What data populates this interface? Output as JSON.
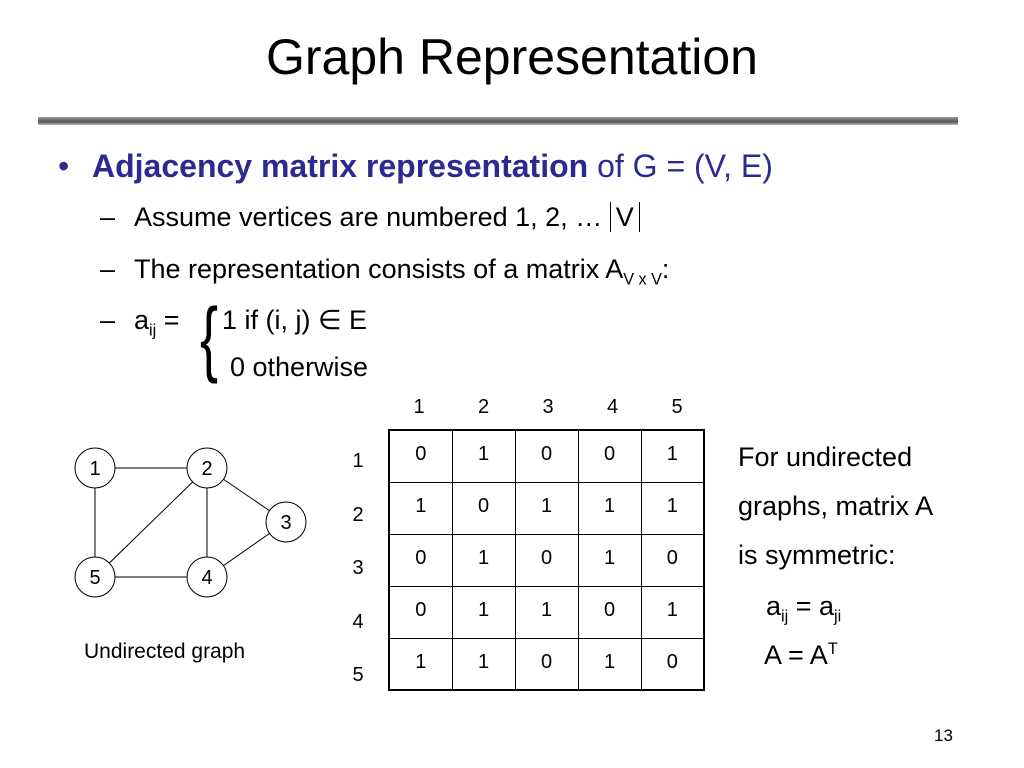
{
  "title": "Graph Representation",
  "bullet": {
    "symbol": "•",
    "bold_text": "Adjacency matrix representation",
    "rest_text": " of G = (V, E)"
  },
  "sub_items": {
    "dash": "–",
    "line1": "Assume vertices are numbered 1, 2, … ",
    "line1_v": "V",
    "line2": "The representation consists of a matrix A",
    "line2_sub": "V x V",
    "line2_colon": ":",
    "line3_a": "a",
    "line3_sub": "ij",
    "line3_eq": " =",
    "case1": "1    if (i, j) ∈ E",
    "case2": "0    otherwise"
  },
  "graph": {
    "caption": "Undirected graph",
    "nodes": [
      "1",
      "2",
      "3",
      "4",
      "5"
    ],
    "edges": [
      [
        "1",
        "2"
      ],
      [
        "1",
        "5"
      ],
      [
        "2",
        "5"
      ],
      [
        "2",
        "4"
      ],
      [
        "2",
        "3"
      ],
      [
        "3",
        "4"
      ],
      [
        "4",
        "5"
      ]
    ]
  },
  "matrix": {
    "col_headers": [
      "1",
      "2",
      "3",
      "4",
      "5"
    ],
    "row_headers": [
      "1",
      "2",
      "3",
      "4",
      "5"
    ],
    "rows": [
      [
        "0",
        "1",
        "0",
        "0",
        "1"
      ],
      [
        "1",
        "0",
        "1",
        "1",
        "1"
      ],
      [
        "0",
        "1",
        "0",
        "1",
        "0"
      ],
      [
        "0",
        "1",
        "1",
        "0",
        "1"
      ],
      [
        "1",
        "1",
        "0",
        "1",
        "0"
      ]
    ]
  },
  "note": {
    "line1": "For undirected",
    "line2": "graphs, matrix A",
    "line3": "is symmetric:",
    "eq1_a": "a",
    "eq1_sub1": "ij",
    "eq1_mid": " = a",
    "eq1_sub2": "ji",
    "eq2": "A = A",
    "eq2_sup": "T"
  },
  "page_number": "13"
}
